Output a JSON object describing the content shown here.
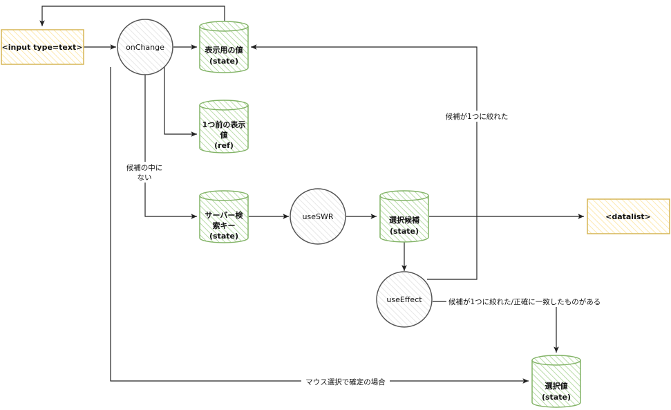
{
  "nodes": {
    "input": {
      "label": "<input type=text>"
    },
    "onchange": {
      "label": "onChange"
    },
    "display_value": {
      "line1": "表示用の値",
      "line2": "(state)"
    },
    "prev_value": {
      "line1": "1つ前の表示",
      "line2": "値",
      "line3": "(ref)"
    },
    "search_key": {
      "line1": "サーバー検",
      "line2": "索キー",
      "line3": "(state)"
    },
    "useswr": {
      "label": "useSWR"
    },
    "candidates": {
      "line1": "選択候補",
      "line2": "(state)"
    },
    "datalist": {
      "label": "<datalist>"
    },
    "useeffect": {
      "label": "useEffect"
    },
    "selected_value": {
      "line1": "選択値",
      "line2": "(state)"
    }
  },
  "edges": {
    "not_in_candidates": {
      "line1": "候補の中に",
      "line2": "ない"
    },
    "narrowed_to_one": {
      "label": "候補が1つに絞れた"
    },
    "narrowed_or_exact": {
      "label": "候補が1つに絞れた/正確に一致したものがある"
    },
    "mouse_select": {
      "label": "マウス選択で確定の場合"
    }
  },
  "colors": {
    "yellow_stroke": "#d6b656",
    "yellow_fill": "#fff2cc",
    "green_stroke": "#82b366",
    "green_fill": "#d5e8d4",
    "grey_stroke": "#555555"
  }
}
